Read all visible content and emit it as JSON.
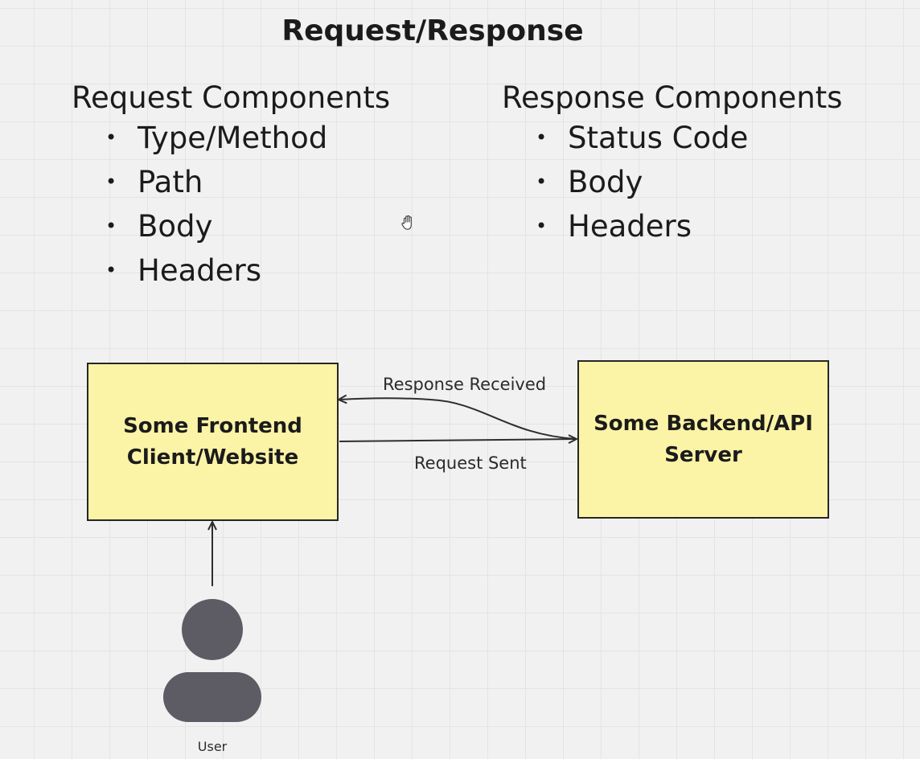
{
  "title": "Request/Response",
  "request_components": {
    "heading": "Request Components",
    "items": [
      "Type/Method",
      "Path",
      "Body",
      "Headers"
    ]
  },
  "response_components": {
    "heading": "Response Components",
    "items": [
      "Status Code",
      "Body",
      "Headers"
    ]
  },
  "nodes": {
    "frontend": {
      "line1": "Some Frontend",
      "line2": "Client/Website"
    },
    "backend": {
      "line1": "Some Backend/API",
      "line2": "Server"
    },
    "user": {
      "label": "User"
    }
  },
  "edges": {
    "response_label": "Response Received",
    "request_label": "Request Sent"
  },
  "colors": {
    "box_fill": "#fbf3a6",
    "user_icon": "#5d5c65",
    "line": "#2e2e2e"
  },
  "icons": {
    "cursor": "hand-cursor-icon",
    "user": "person-icon"
  }
}
